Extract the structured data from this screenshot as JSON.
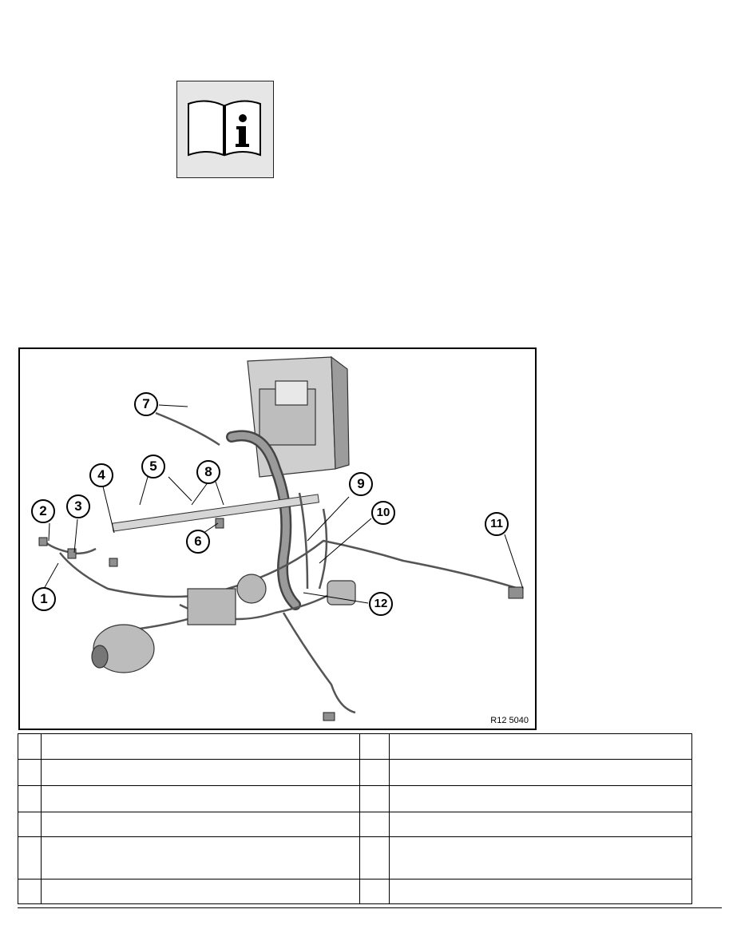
{
  "figure": {
    "code": "R12 5040",
    "callouts": [
      "1",
      "2",
      "3",
      "4",
      "5",
      "6",
      "7",
      "8",
      "9",
      "10",
      "11",
      "12"
    ]
  },
  "info_icon": {
    "icon": "info-book-icon",
    "glyph": "i"
  },
  "legend": {
    "rows": [
      {
        "left_num": "",
        "left_text": "",
        "right_num": "",
        "right_text": ""
      },
      {
        "left_num": "",
        "left_text": "",
        "right_num": "",
        "right_text": ""
      },
      {
        "left_num": "",
        "left_text": "",
        "right_num": "",
        "right_text": ""
      },
      {
        "left_num": "",
        "left_text": "",
        "right_num": "",
        "right_text": ""
      },
      {
        "left_num": "",
        "left_text": "",
        "right_num": "",
        "right_text": ""
      },
      {
        "left_num": "",
        "left_text": "",
        "right_num": "",
        "right_text": ""
      }
    ]
  }
}
